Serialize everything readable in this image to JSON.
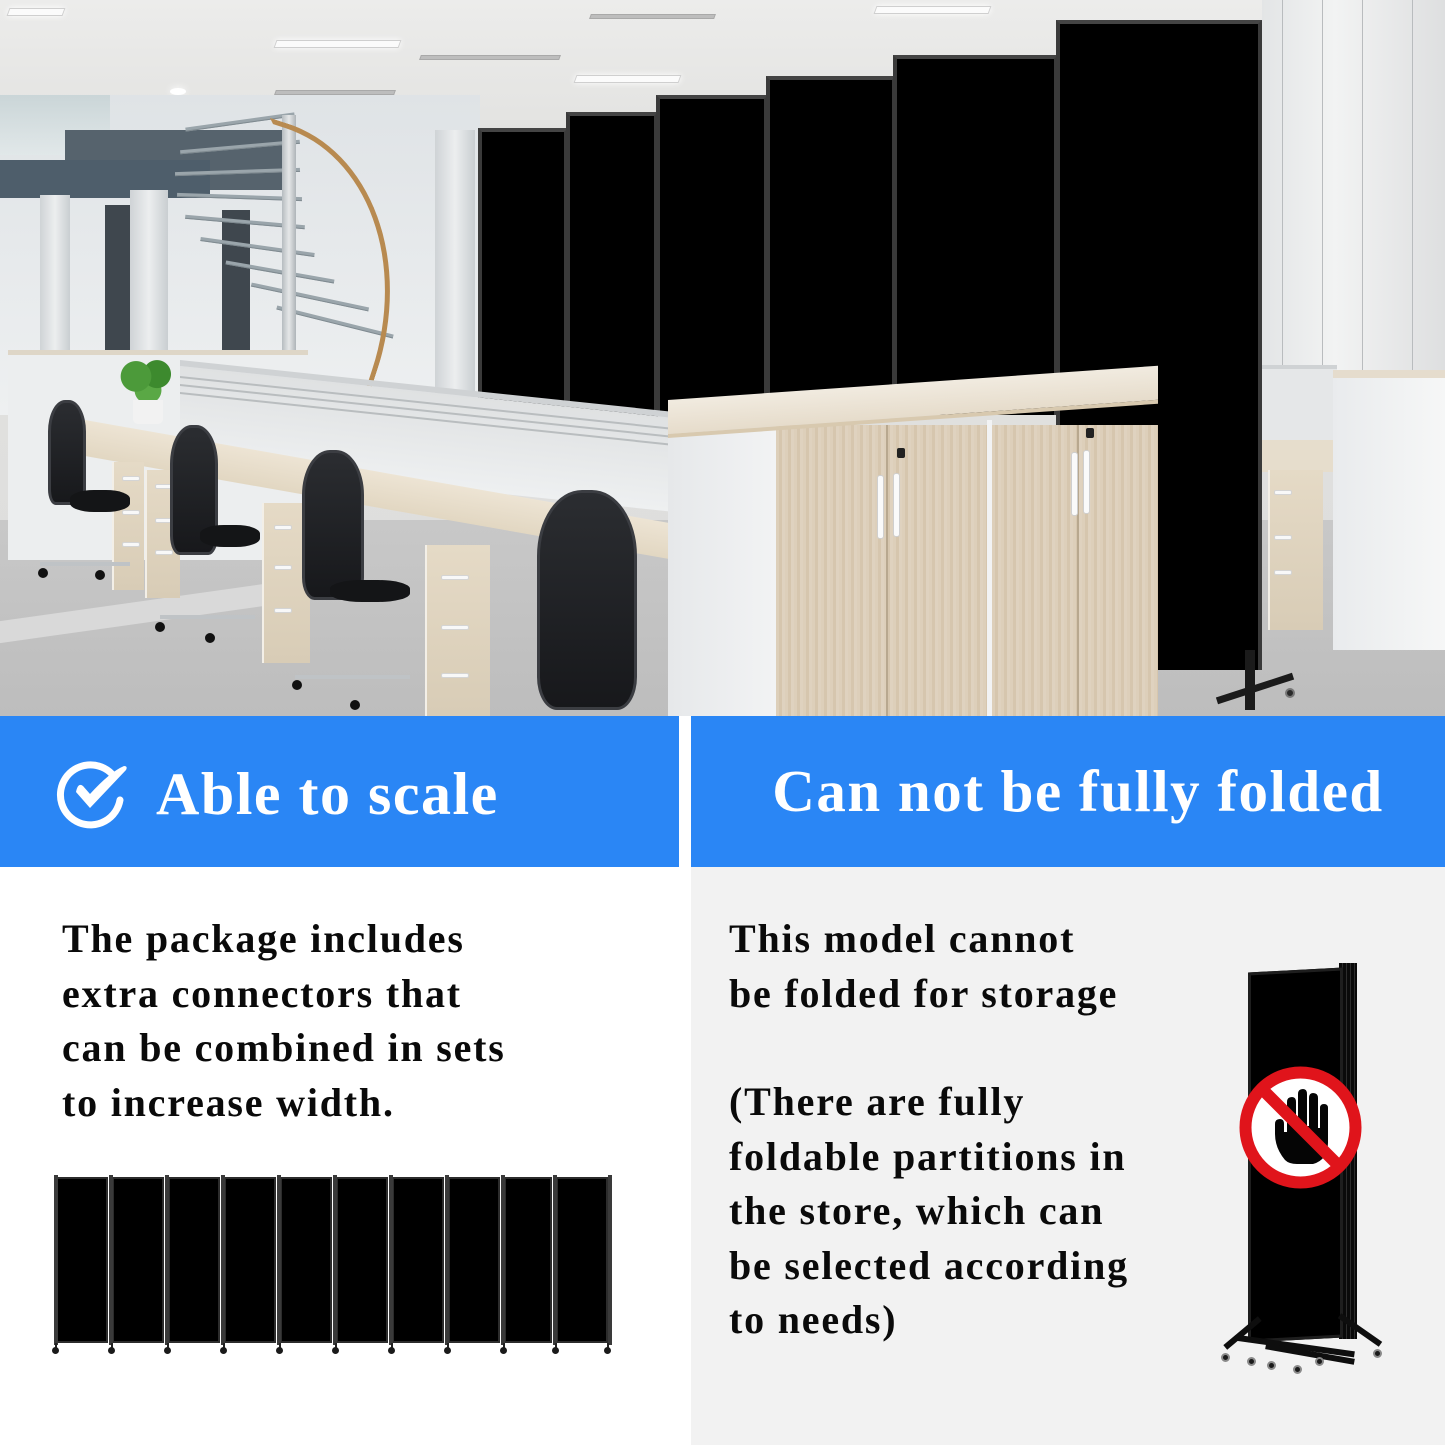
{
  "scene": {
    "description": "Office interior with black rolling room divider panels behind wooden storage cabinet, desks with mesh office chairs, spiral staircase in background",
    "divider_panel_count": 6
  },
  "banners": {
    "left": {
      "icon": "check-circle-icon",
      "title": "Able to scale"
    },
    "right": {
      "title": "Can not be fully folded"
    }
  },
  "left_panel": {
    "text": "The package includes\nextra connectors that\ncan be combined in sets\nto increase width.",
    "illustration": {
      "label": "multi-panel-partition",
      "panel_count": 10
    }
  },
  "right_panel": {
    "text_primary": "This model cannot\nbe folded for storage",
    "text_secondary": "(There are fully\nfoldable partitions in\nthe store, which can\nbe selected according\nto needs)",
    "illustration": {
      "label": "folded-partition",
      "overlay_icon": "prohibited-hand-icon"
    }
  },
  "colors": {
    "banner_blue": "#2a86f5",
    "banner_text": "#ffffff",
    "body_text": "#0a0a0a",
    "left_panel_bg": "#ffffff",
    "right_panel_bg": "#f2f2f2",
    "prohibition_red": "#e0141b",
    "partition_black": "#000000"
  }
}
